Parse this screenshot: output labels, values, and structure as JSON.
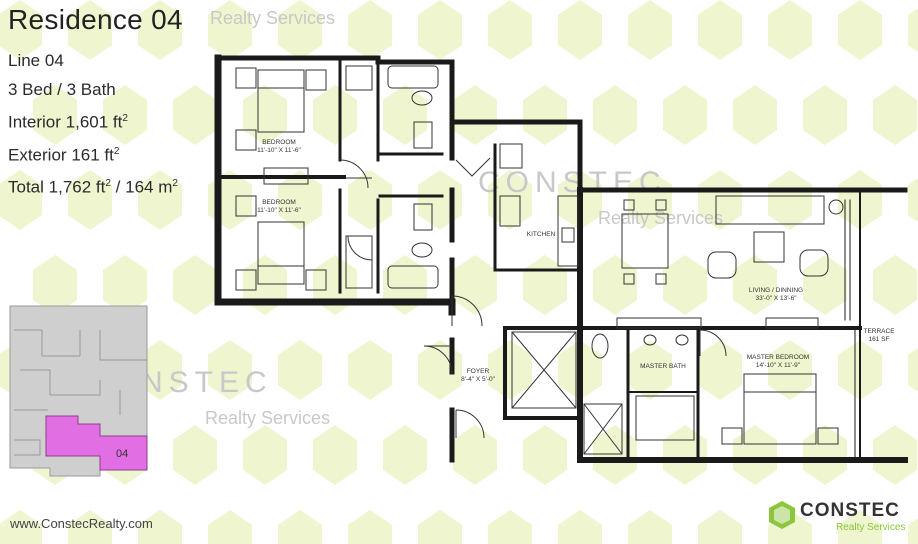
{
  "header": {
    "title": "Residence 04",
    "title_watermark": "Realty Services",
    "line_label": "Line",
    "line_value": "04",
    "beds_baths": "3 Bed / 3 Bath",
    "interior_label": "Interior",
    "interior_value": "1,601 ft",
    "exterior_label": "Exterior",
    "exterior_value": "161 ft",
    "total_label": "Total",
    "total_value_ft": "1,762 ft",
    "total_value_m": "/ 164 m",
    "sup2": "2"
  },
  "keyplan": {
    "unit_label": "04",
    "highlight_color": "#e16fe3",
    "base_color": "#cfcfcf"
  },
  "rooms": {
    "bedroom1_name": "BEDROOM",
    "bedroom1_dims": "11'-10\" X 11'-6\"",
    "bedroom2_name": "BEDROOM",
    "bedroom2_dims": "11'-10\" X 11'-6\"",
    "kitchen": "KITCHEN",
    "living_name": "LIVING / DINNING",
    "living_dims": "33'-0\" X 13'-6\"",
    "terrace_name": "TERRACE",
    "terrace_area": "161 SF",
    "foyer_name": "FOYER",
    "foyer_dims": "8'-4\" X 5'-0\"",
    "master_bath": "MASTER BATH",
    "master_bed_name": "MASTER BEDROOM",
    "master_bed_dims": "14'-10\" X 11'-9\""
  },
  "watermarks": {
    "brand": "CONSTEC",
    "tagline": "Realty Services"
  },
  "footer": {
    "url": "www.ConstecRealty.com"
  },
  "logo": {
    "name": "CONSTEC",
    "sub": "Realty Services",
    "accent": "#8cc63f"
  },
  "colors": {
    "pattern": "#eef5cf",
    "wall": "#1a1a1a"
  }
}
